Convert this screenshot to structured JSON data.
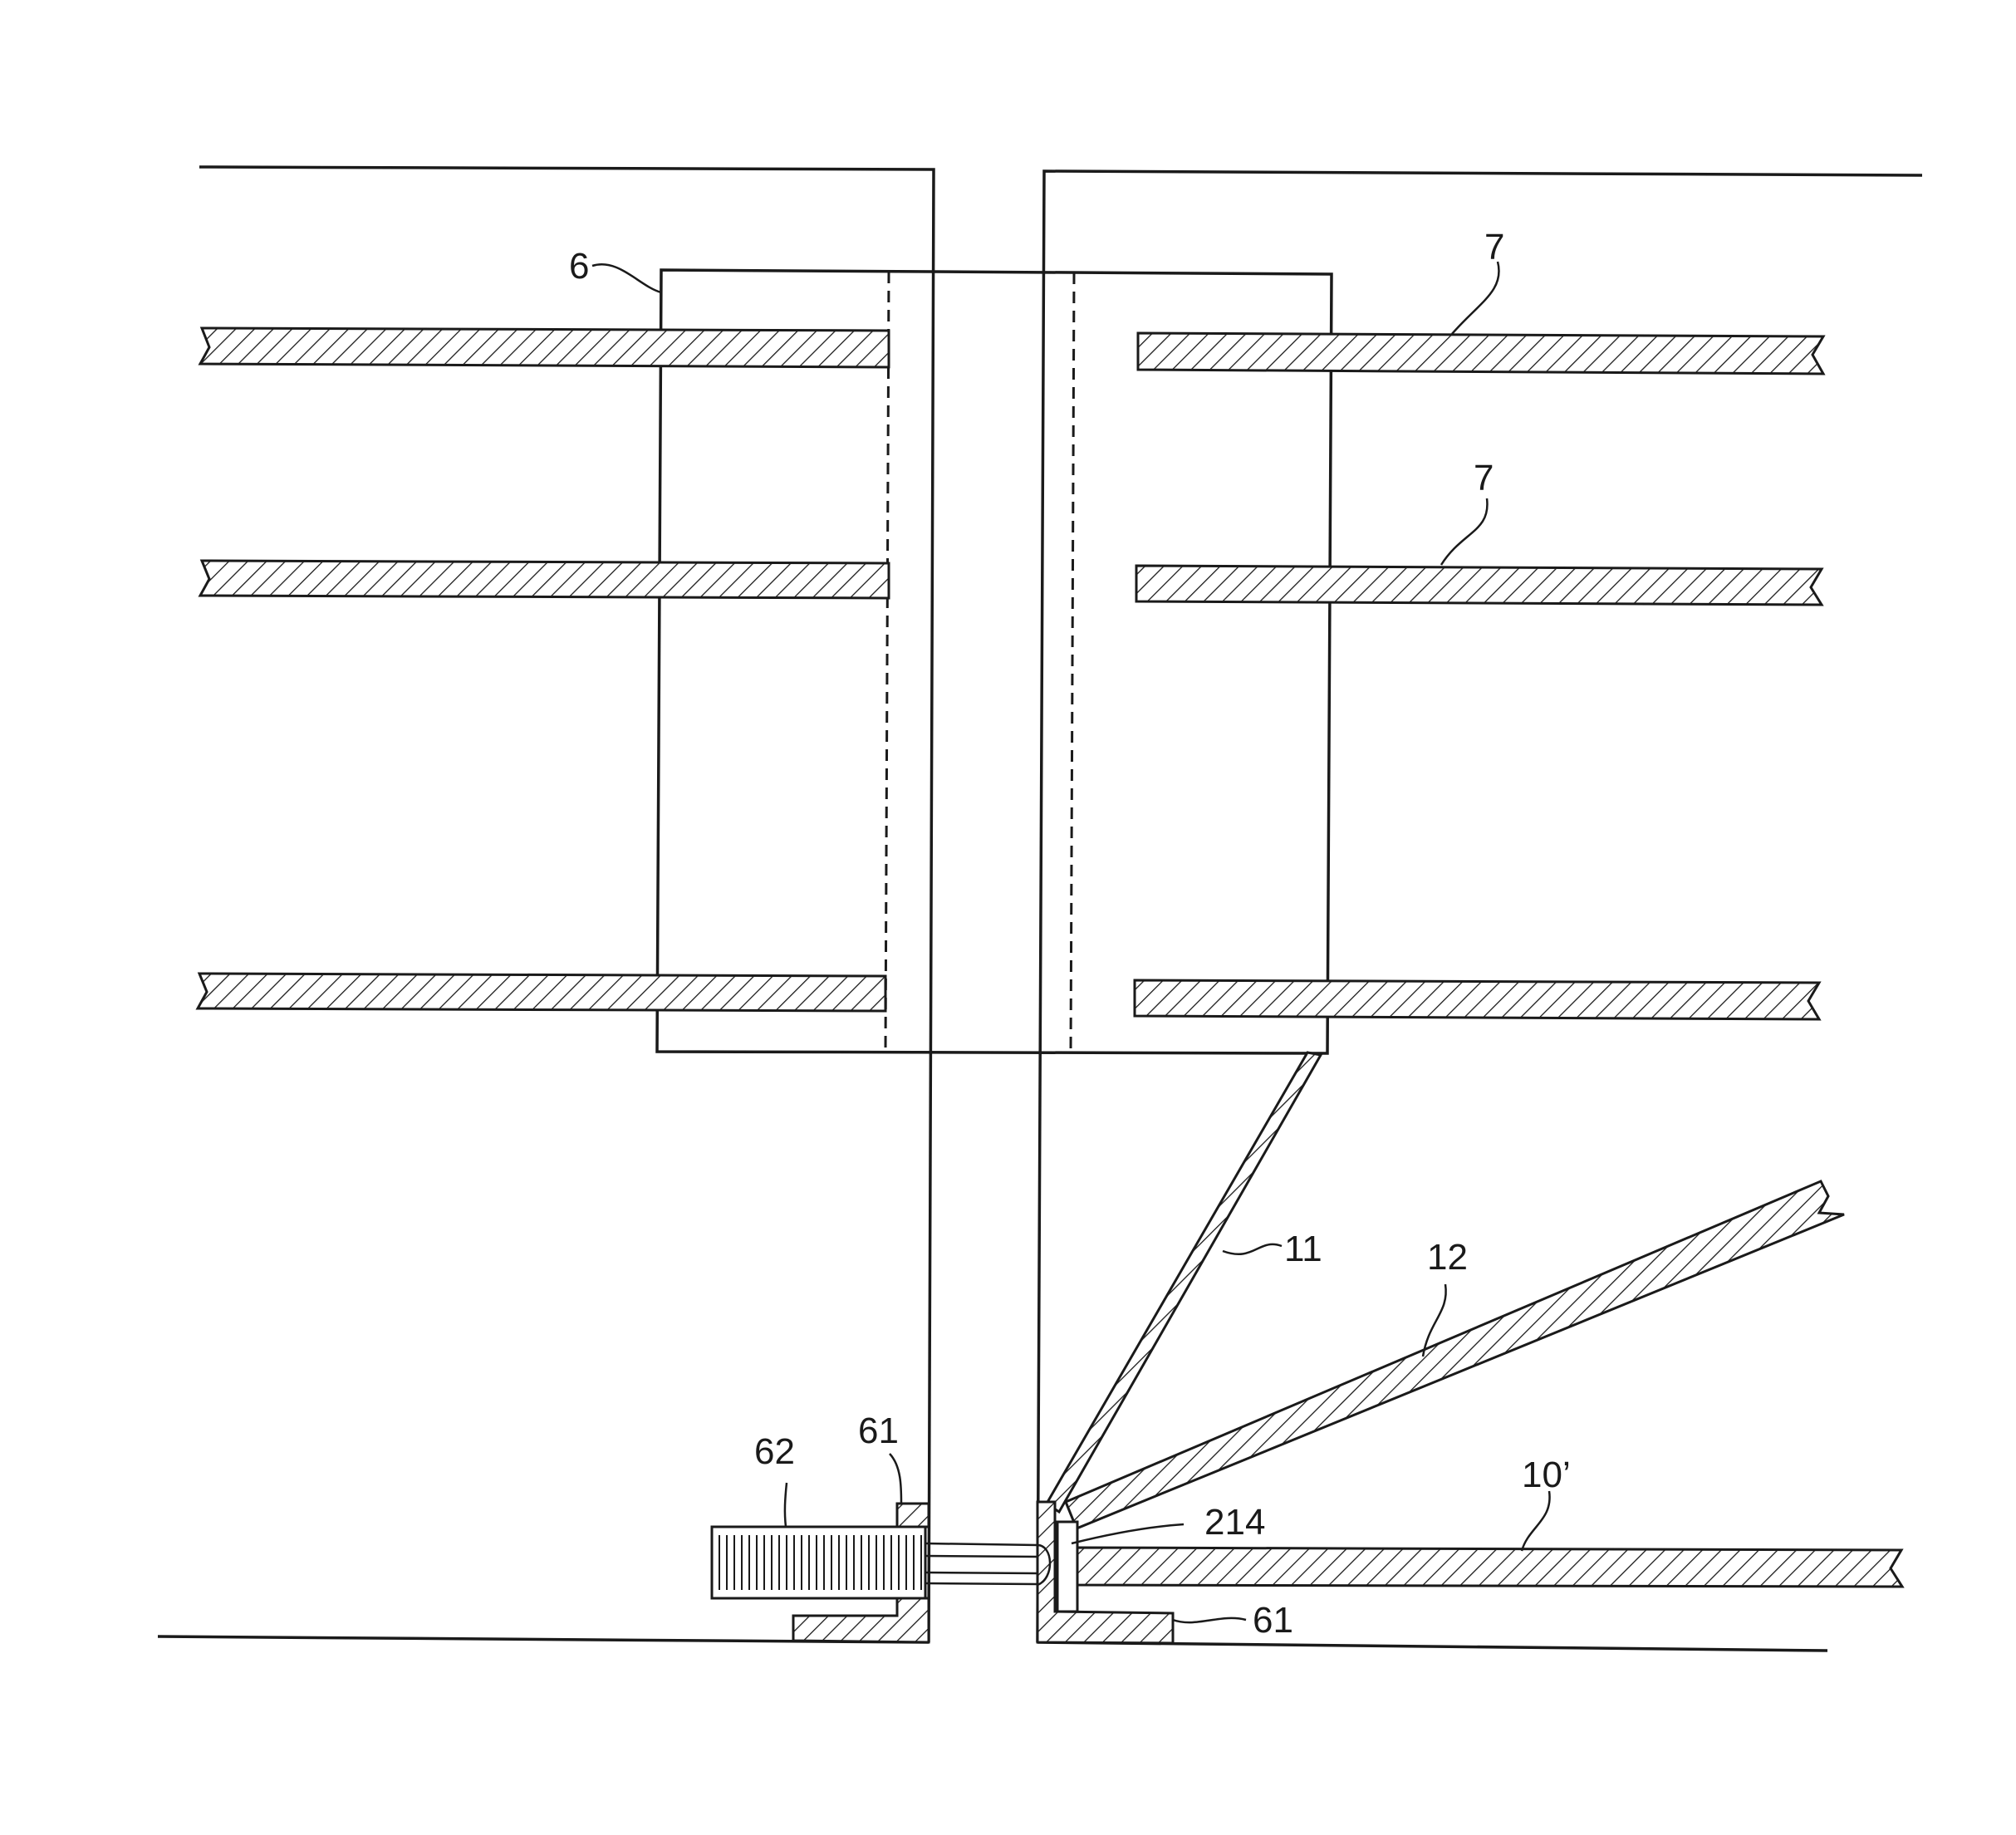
{
  "labels": {
    "frame_6": "6",
    "strut_7_top": "7",
    "strut_7_mid": "7",
    "brace_11": "11",
    "brace_12": "12",
    "bar_10prime": "10’",
    "part_214": "214",
    "screw_62": "62",
    "bracket_61_left": "61",
    "bracket_61_right": "61"
  }
}
